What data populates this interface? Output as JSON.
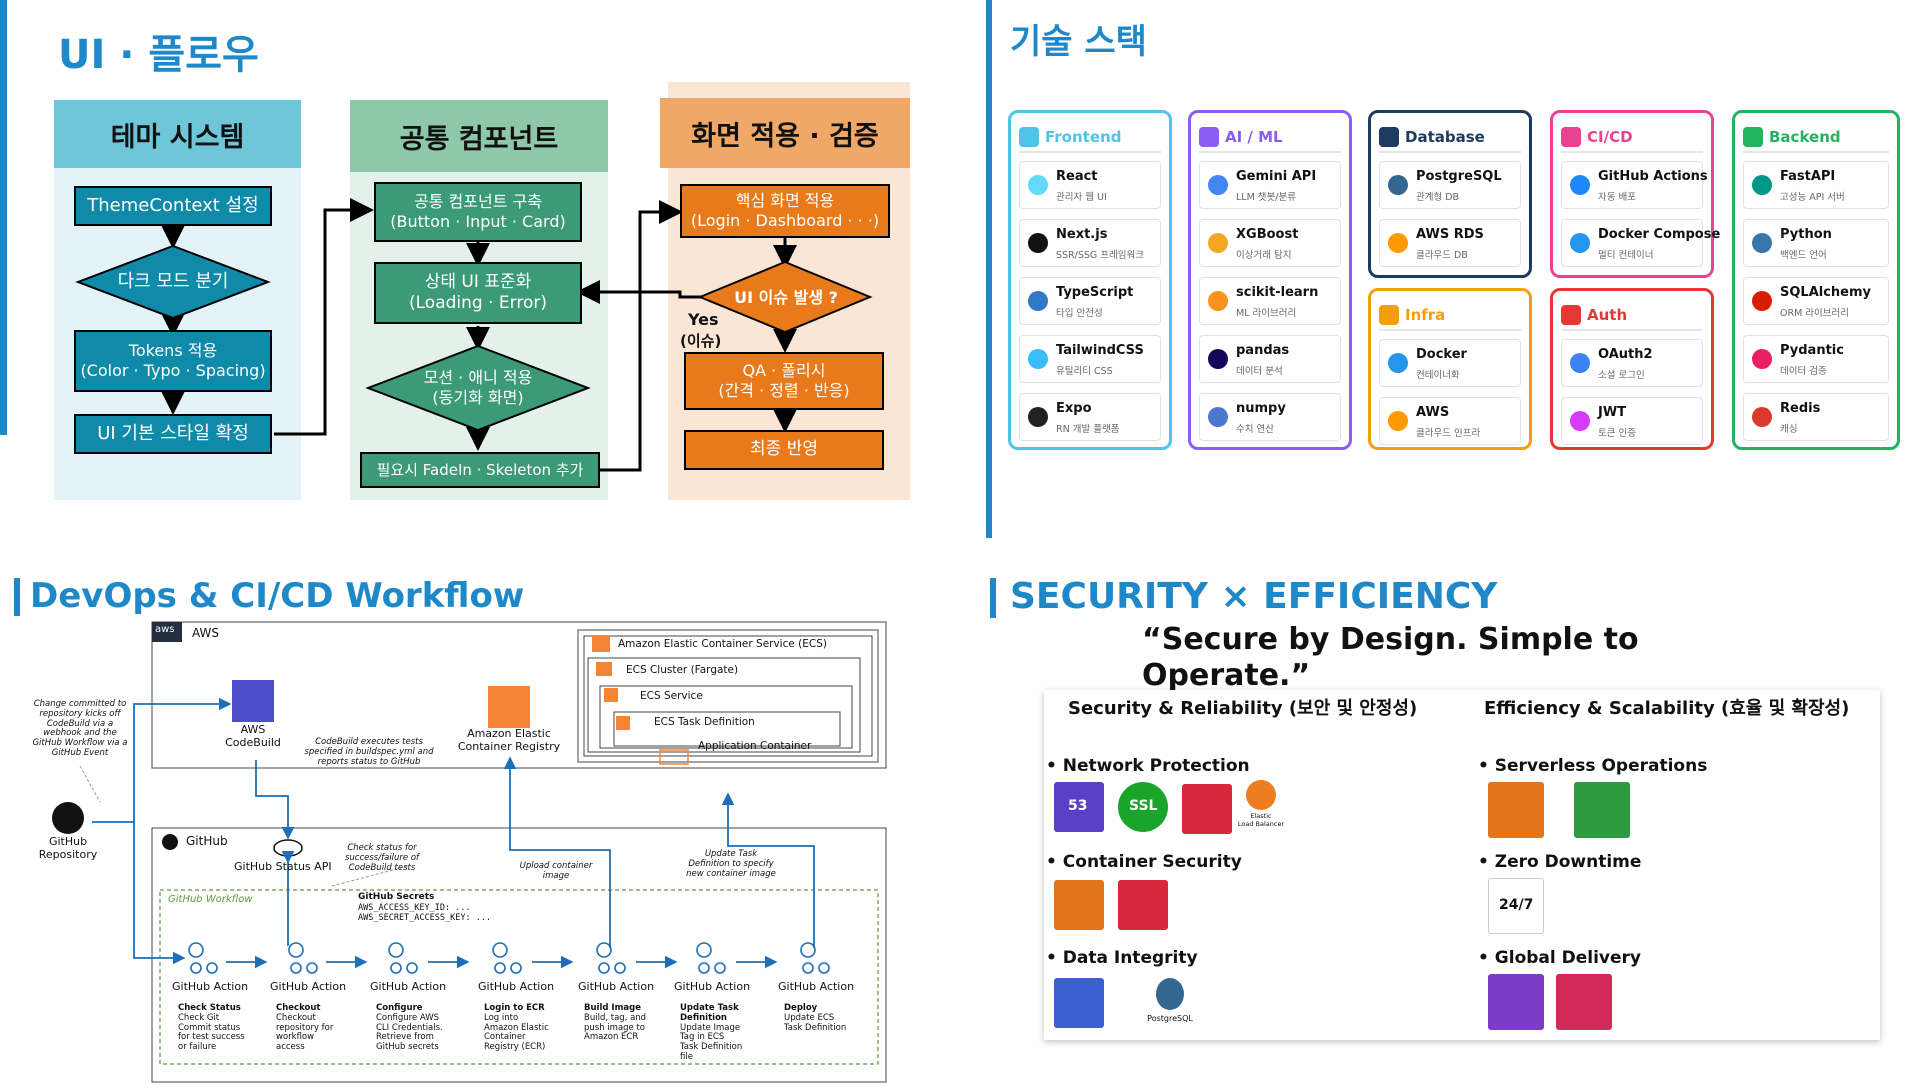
{
  "colors": {
    "accent": "#1e88c8",
    "theme_col": "#6ec6d8",
    "theme_box": "#0f8aa8",
    "common_col": "#8ec8a8",
    "common_box": "#3c9a78",
    "screen_col": "#f0a868",
    "screen_box": "#e87a1c"
  },
  "ui_flow": {
    "title": "UI · 플로우",
    "theme": {
      "header": "테마 시스템",
      "boxes": [
        "ThemeContext 설정",
        "다크 모드 분기",
        "Tokens 적용\n(Color · Typo · Spacing)",
        "UI 기본 스타일 확정"
      ]
    },
    "common": {
      "header": "공통 컴포넌트",
      "boxes": [
        "공통 컴포넌트 구축\n(Button · Input · Card)",
        "상태 UI 표준화\n(Loading · Error)",
        "모션 · 애니 적용\n(동기화 화면)",
        "필요시 FadeIn · Skeleton 추가"
      ]
    },
    "screen": {
      "header": "화면 적용 · 검증",
      "boxes": [
        "핵심 화면 적용\n(Login · Dashboard · · ·)",
        "UI 이슈 발생 ?",
        "QA · 폴리시\n(간격 · 정렬 · 반응)",
        "최종 반영"
      ],
      "yes": "Yes",
      "issue": "(이슈)"
    }
  },
  "tech": {
    "title": "기술 스택",
    "cards": [
      {
        "name": "Frontend",
        "color": "#4fc3e8",
        "items": [
          [
            "React",
            "관리자 웹 UI",
            "#61dafb"
          ],
          [
            "Next.js",
            "SSR/SSG 프레임워크",
            "#111111"
          ],
          [
            "TypeScript",
            "타입 안전성",
            "#3178c6"
          ],
          [
            "TailwindCSS",
            "유틸리티 CSS",
            "#38bdf8"
          ],
          [
            "Expo",
            "RN 개발 플랫폼",
            "#222222"
          ]
        ]
      },
      {
        "name": "AI / ML",
        "color": "#8b5cf6",
        "items": [
          [
            "Gemini API",
            "LLM 챗봇/분류",
            "#4285f4"
          ],
          [
            "XGBoost",
            "이상거래 탐지",
            "#f5a623"
          ],
          [
            "scikit-learn",
            "ML 라이브러리",
            "#f7931e"
          ],
          [
            "pandas",
            "데이터 분석",
            "#150458"
          ],
          [
            "numpy",
            "수치 연산",
            "#4d77cf"
          ]
        ]
      },
      {
        "name": "Database",
        "color": "#1e3a5f",
        "items": [
          [
            "PostgreSQL",
            "관계형 DB",
            "#336791"
          ],
          [
            "AWS RDS",
            "클라우드 DB",
            "#ff9900"
          ]
        ]
      },
      {
        "name": "Infra",
        "color": "#f59e0b",
        "items": [
          [
            "Docker",
            "컨테이너화",
            "#2496ed"
          ],
          [
            "AWS",
            "클라우드 인프라",
            "#ff9900"
          ]
        ]
      },
      {
        "name": "CI/CD",
        "color": "#e84393",
        "items": [
          [
            "GitHub Actions",
            "자동 배포",
            "#2088ff"
          ],
          [
            "Docker Compose",
            "멀티 컨테이너",
            "#2496ed"
          ]
        ]
      },
      {
        "name": "Auth",
        "color": "#e53935",
        "items": [
          [
            "OAuth2",
            "소셜 로그인",
            "#3b82f6"
          ],
          [
            "JWT",
            "토큰 인증",
            "#d63aff"
          ]
        ]
      },
      {
        "name": "Backend",
        "color": "#22b35e",
        "items": [
          [
            "FastAPI",
            "고성능 API 서버",
            "#009688"
          ],
          [
            "Python",
            "백엔드 언어",
            "#3776ab"
          ],
          [
            "SQLAlchemy",
            "ORM 라이브러리",
            "#d71f00"
          ],
          [
            "Pydantic",
            "데이터 검증",
            "#e92063"
          ],
          [
            "Redis",
            "캐싱",
            "#dc382d"
          ]
        ]
      }
    ]
  },
  "devops": {
    "title": "DevOps & CI/CD Workflow",
    "aws": "AWS",
    "aws_badge": "aws",
    "ecs": "Amazon Elastic Container Service (ECS)",
    "cluster": "ECS Cluster (Fargate)",
    "service": "ECS Service",
    "taskdef": "ECS Task Definition",
    "appcont": "Application Container",
    "codebuild": "AWS\nCodeBuild",
    "codebuild_note": "CodeBuild executes tests\nspecified in buildspec.yml and\nreports status to GitHub",
    "ecr": "Amazon Elastic\nContainer Registry",
    "change_note": "Change committed to\nrepository kicks off\nCodeBuild via a\nwebhook and the\nGitHub Workflow via a\nGitHub Event",
    "repo": "GitHub\nRepository",
    "github": "GitHub",
    "status_api": "GitHub Status API",
    "status_note": "Check status for\nsuccess/failure of\nCodeBuild tests",
    "upload_note": "Upload container\nimage",
    "update_note": "Update Task\nDefinition to specify\nnew container image",
    "workflow": "GitHub Workflow",
    "secrets_title": "GitHub Secrets",
    "secrets_lines": "AWS_ACCESS_KEY_ID: ...\nAWS_SECRET_ACCESS_KEY: ...",
    "action_label": "GitHub Action",
    "steps": [
      {
        "t": "Check Status",
        "d": "Check Git\nCommit status\nfor test success\nor failure"
      },
      {
        "t": "Checkout",
        "d": "Checkout\nrepository for\nworkflow\naccess"
      },
      {
        "t": "Configure",
        "d": "Configure AWS\nCLI Credentials.\nRetrieve from\nGitHub secrets"
      },
      {
        "t": "Login to ECR",
        "d": "Log into\nAmazon Elastic\nContainer\nRegistry (ECR)"
      },
      {
        "t": "Build Image",
        "d": "Build, tag, and\npush image to\nAmazon ECR"
      },
      {
        "t": "Update Task\nDefinition",
        "d": "Update Image\nTag in ECS\nTask Definition\nfile"
      },
      {
        "t": "Deploy",
        "d": "Update ECS\nTask Definition"
      }
    ]
  },
  "security": {
    "title": "SECURITY × EFFICIENCY",
    "quote": "“Secure by Design. Simple to Operate.”",
    "left_head": "Security & Reliability (보안 및 안정성)",
    "right_head": "Efficiency & Scalability (효율 및 확장성)",
    "net": "• Network Protection",
    "container": "• Container Security",
    "integrity": "• Data Integrity",
    "serverless": "• Serverless Operations",
    "zero": "• Zero Downtime",
    "global": "• Global Delivery",
    "r53": "53",
    "ssl": "SSL",
    "elb": "Elastic\nLoad Balancer",
    "pg": "PostgreSQL",
    "z247": "24/7"
  }
}
